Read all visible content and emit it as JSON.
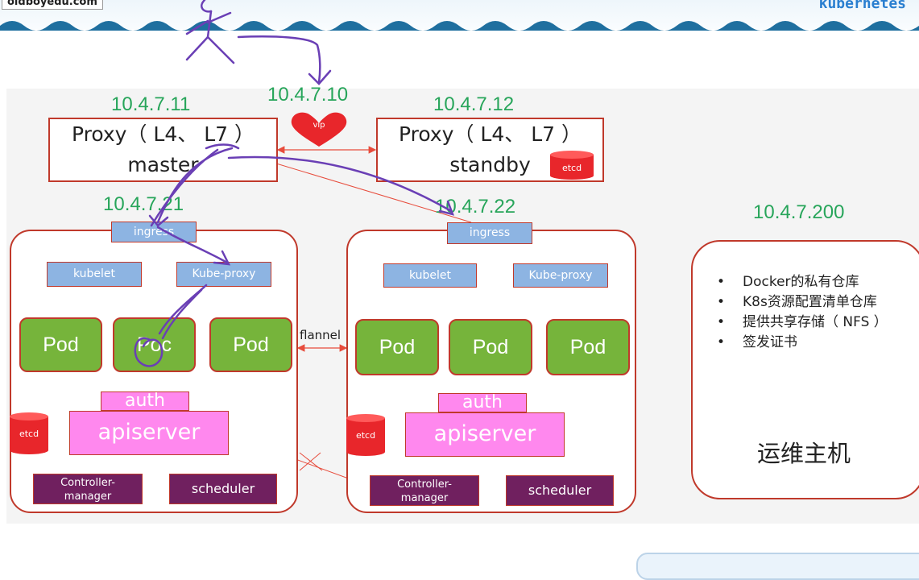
{
  "header": {
    "left_logo_text": "oldboyedu.com",
    "right_logo_text": "kubernetes"
  },
  "vip": {
    "ip": "10.4.7.10",
    "label": "vip"
  },
  "proxies": [
    {
      "ip": "10.4.7.11",
      "title": "Proxy（ L4、 L7 ）",
      "role": "master"
    },
    {
      "ip": "10.4.7.12",
      "title": "Proxy（ L4、 L7 ）",
      "role": "standby",
      "badge": "etcd"
    }
  ],
  "nodes": [
    {
      "ip": "10.4.7.21",
      "ingress": "ingress",
      "kubelet": "kubelet",
      "kube_proxy": "Kube-proxy",
      "pods": [
        "Pod",
        "Poc",
        "Pod"
      ],
      "auth": "auth",
      "apiserver": "apiserver",
      "etcd": "etcd",
      "controller_line1": "Controller-",
      "controller_line2": "manager",
      "scheduler": "scheduler"
    },
    {
      "ip": "10.4.7.22",
      "ingress": "ingress",
      "kubelet": "kubelet",
      "kube_proxy": "Kube-proxy",
      "pods": [
        "Pod",
        "Pod",
        "Pod"
      ],
      "auth": "auth",
      "apiserver": "apiserver",
      "etcd": "etcd",
      "controller_line1": "Controller-",
      "controller_line2": "manager",
      "scheduler": "scheduler"
    }
  ],
  "flannel_label": "flannel",
  "ops_host": {
    "ip": "10.4.7.200",
    "items": [
      "Docker的私有仓库",
      "K8s资源配置清单仓库",
      "提供共享存储（ NFS ）",
      "签发证书"
    ],
    "title": "运维主机"
  },
  "colors": {
    "border_red": "#c0392b",
    "ip_green": "#27a55a",
    "pod_green": "#76b43b",
    "component_blue": "#8db4e2",
    "api_pink": "#ff88ee",
    "ctrl_purple": "#70205f",
    "annotation_purple": "#6a3fb5"
  }
}
